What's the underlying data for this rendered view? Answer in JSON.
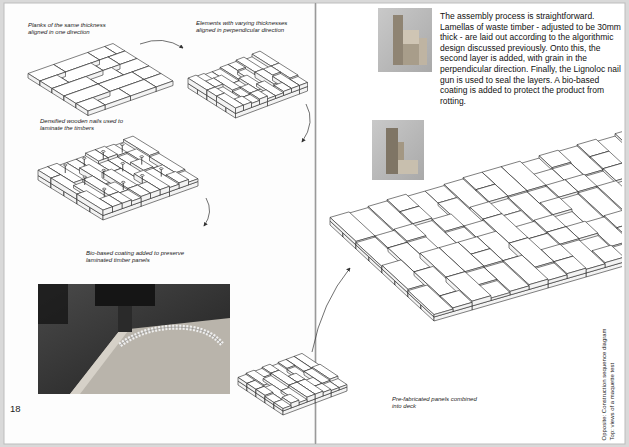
{
  "diagram": {
    "labels": [
      "Planks of the same thickness aligned in one direction",
      "Elements with varying thicknesses aligned in perpendicular direction",
      "Densified wooden nails used to laminate the timbers",
      "Bio-based coating added to preserve laminated timber panels",
      "18",
      "The assembly process is straightforward. Lamellas of waste timber - adjusted to be 30mm thick - are laid out according to the algorithmic design discussed previously. Onto this, the second layer is added, with grain in the perpendicular direction. Finally, the Lignoloc nail gun is used to seal the layers. A bio-based coating is added to protect the product from rotting.",
      "Pre-fabricated panels combined into deck",
      "Opposite: Construction sequence diagram",
      "Top: views of a maquette test"
    ]
  }
}
